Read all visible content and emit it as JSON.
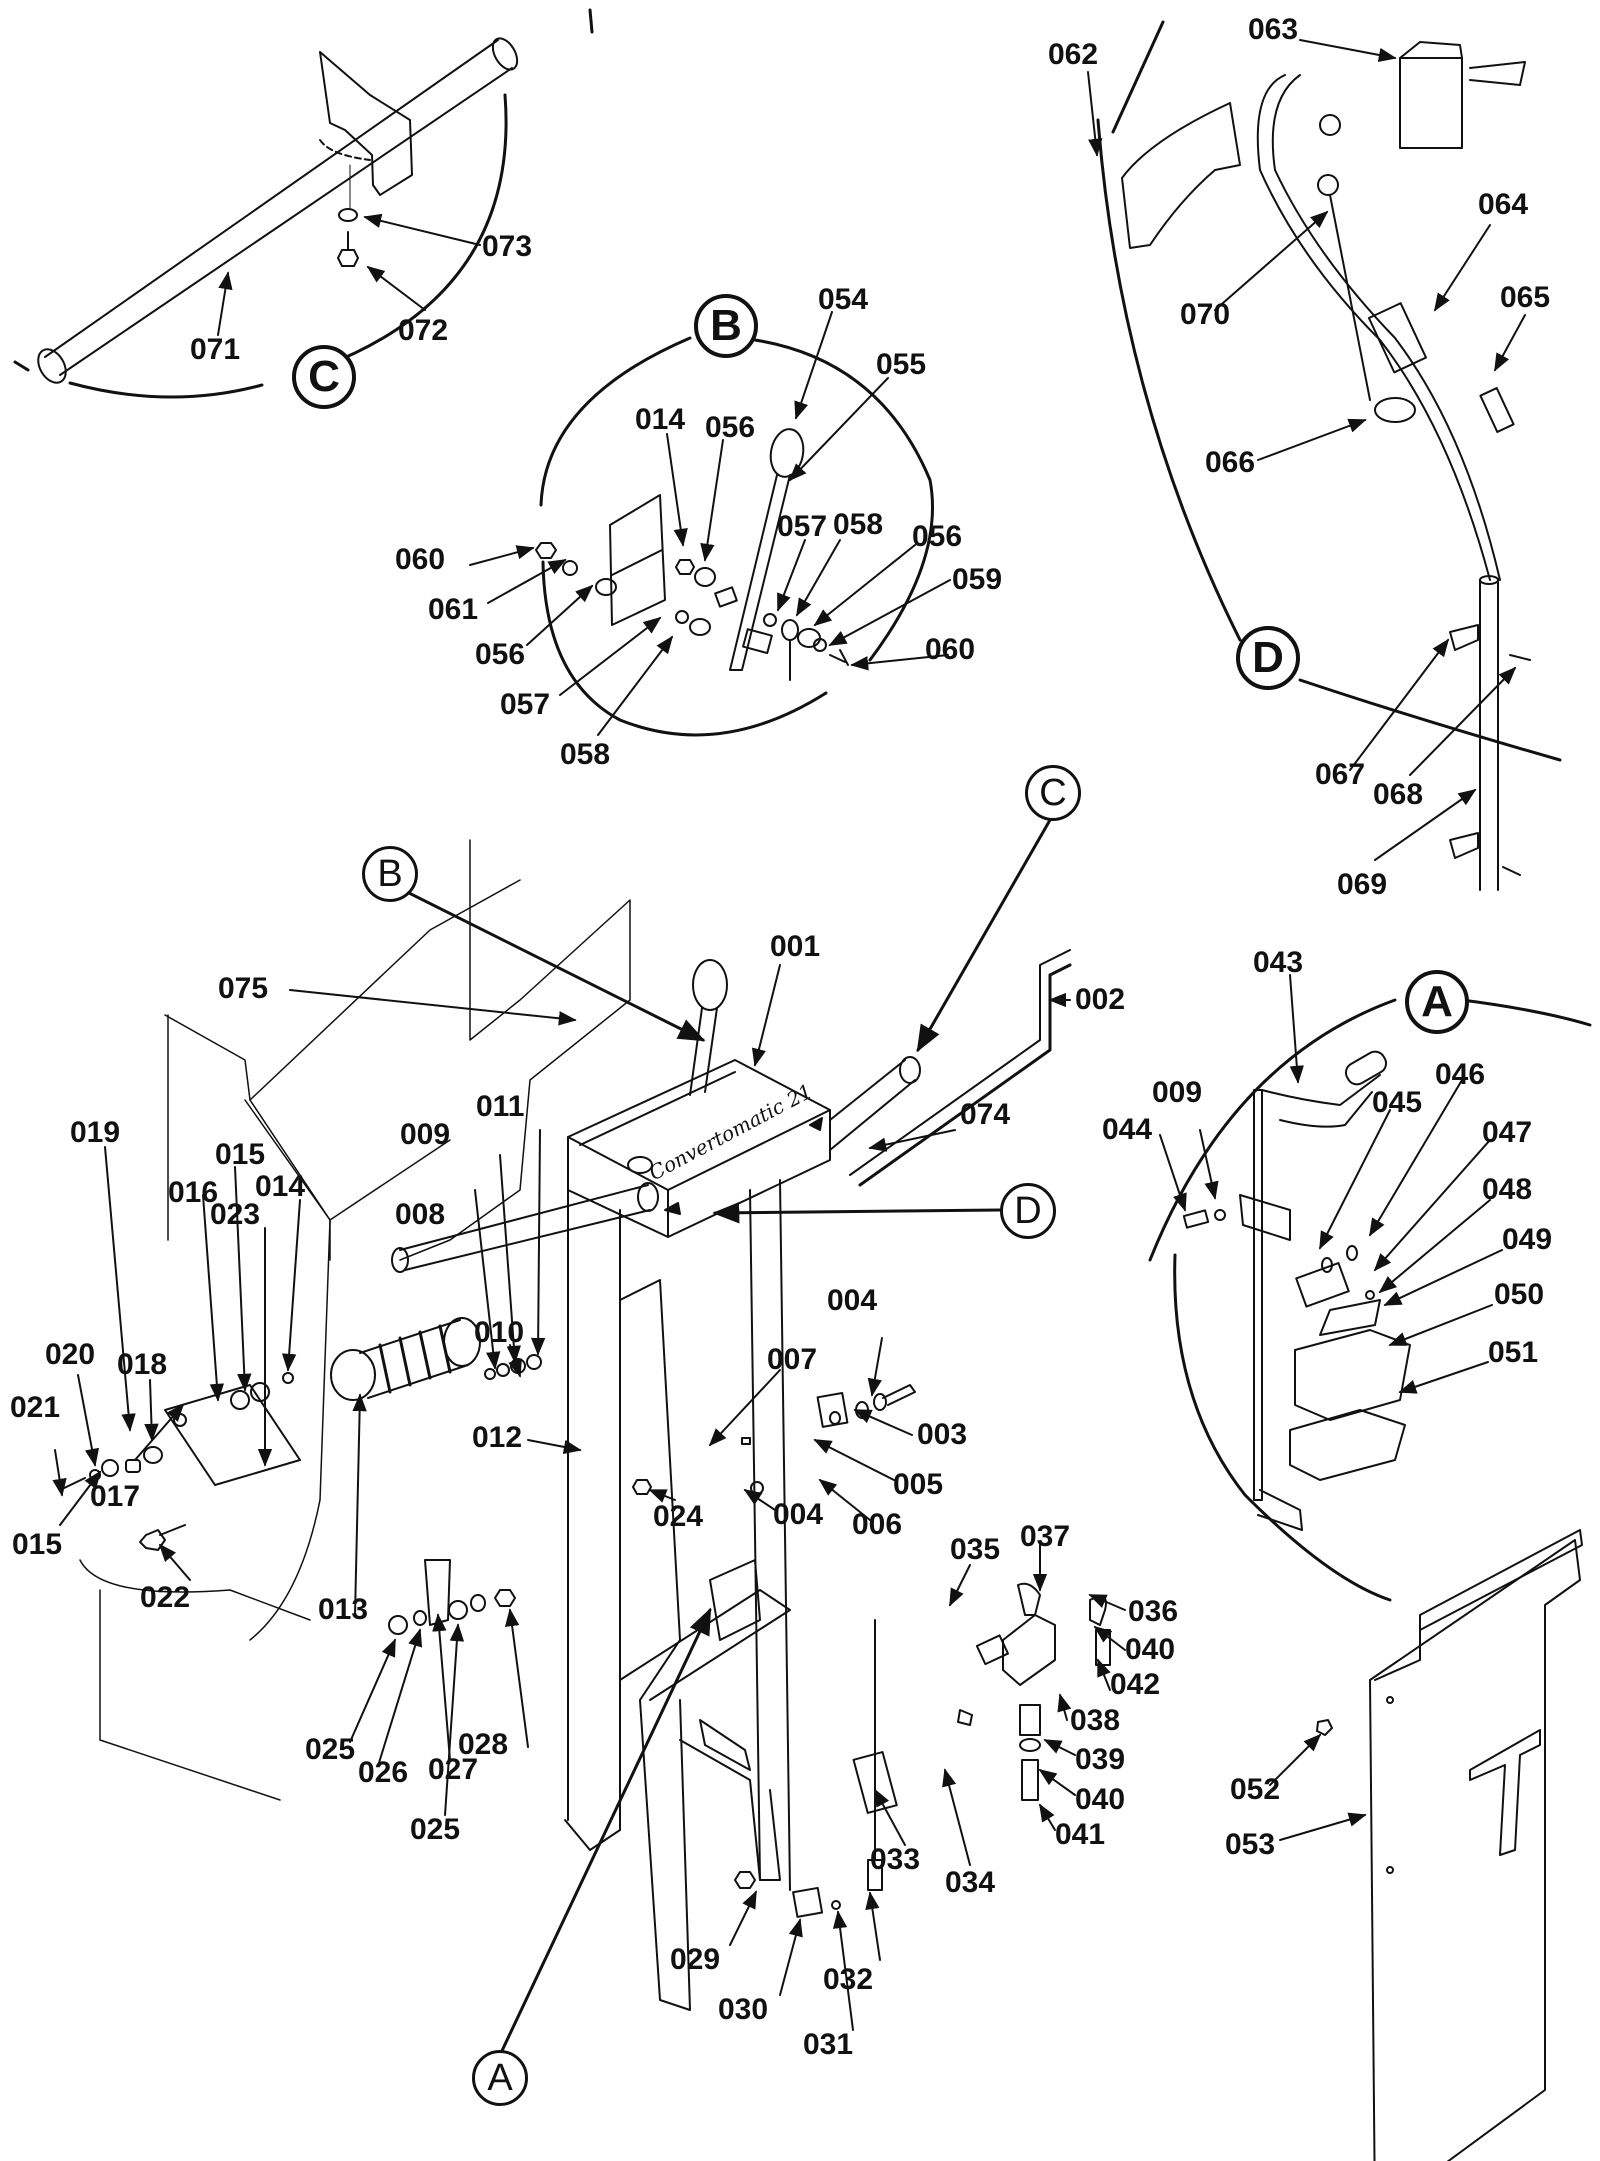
{
  "diagram": {
    "type": "exploded-parts-diagram",
    "product_branding": "Convertomatic 21",
    "detail_callouts": [
      "A",
      "B",
      "C",
      "D"
    ],
    "detail_views": {
      "C": {
        "callout": "C",
        "parts": [
          "071",
          "072",
          "073"
        ]
      },
      "B": {
        "callout": "B",
        "parts": [
          "054",
          "055",
          "014",
          "056",
          "057",
          "058",
          "059",
          "060",
          "061"
        ]
      },
      "D": {
        "callout": "D",
        "parts": [
          "062",
          "063",
          "064",
          "065",
          "066",
          "067",
          "068",
          "069",
          "070"
        ]
      },
      "A": {
        "callout": "A",
        "parts": [
          "043",
          "044",
          "009",
          "045",
          "046",
          "047",
          "048",
          "049",
          "050",
          "051"
        ]
      }
    },
    "main_assembly_parts": [
      "001",
      "002",
      "003",
      "004",
      "005",
      "006",
      "007",
      "008",
      "009",
      "010",
      "011",
      "012",
      "013",
      "014",
      "015",
      "016",
      "017",
      "018",
      "019",
      "020",
      "021",
      "022",
      "023",
      "024",
      "025",
      "026",
      "027",
      "028",
      "029",
      "030",
      "031",
      "032",
      "033",
      "034",
      "035",
      "036",
      "037",
      "038",
      "039",
      "040",
      "041",
      "042",
      "052",
      "053",
      "074",
      "075"
    ]
  },
  "labels": {
    "c_071": "071",
    "c_072": "072",
    "c_073": "073",
    "c_callout": "C",
    "b_callout": "B",
    "b_054": "054",
    "b_055": "055",
    "b_014": "014",
    "b_056a": "056",
    "b_057a": "057",
    "b_058a": "058",
    "b_056b": "056",
    "b_059": "059",
    "b_060a": "060",
    "b_060b": "060",
    "b_061": "061",
    "b_056c": "056",
    "b_057b": "057",
    "b_058b": "058",
    "d_062": "062",
    "d_063": "063",
    "d_064": "064",
    "d_065": "065",
    "d_066": "066",
    "d_070": "070",
    "d_callout": "D",
    "d_067": "067",
    "d_068": "068",
    "d_069": "069",
    "m_callout_b": "B",
    "m_callout_c": "C",
    "m_callout_d": "D",
    "m_callout_a": "A",
    "m_001": "001",
    "m_002": "002",
    "m_075": "075",
    "m_074": "074",
    "m_009": "009",
    "m_011": "011",
    "m_008": "008",
    "m_010": "010",
    "m_019": "019",
    "m_015a": "015",
    "m_016": "016",
    "m_023": "023",
    "m_014": "014",
    "m_020": "020",
    "m_018": "018",
    "m_021": "021",
    "m_017": "017",
    "m_015b": "015",
    "m_022": "022",
    "m_013": "013",
    "m_012": "012",
    "m_024": "024",
    "m_004a": "004",
    "m_007": "007",
    "m_003": "003",
    "m_005": "005",
    "m_004b": "004",
    "m_006": "006",
    "m_025a": "025",
    "m_026": "026",
    "m_027": "027",
    "m_028": "028",
    "m_025b": "025",
    "m_029": "029",
    "m_030": "030",
    "m_031": "031",
    "m_032": "032",
    "m_033": "033",
    "m_034": "034",
    "m_035": "035",
    "m_037": "037",
    "m_036": "036",
    "m_040a": "040",
    "m_042": "042",
    "m_038": "038",
    "m_039": "039",
    "m_040b": "040",
    "m_041": "041",
    "m_052": "052",
    "m_053": "053",
    "a_callout": "A",
    "a_043": "043",
    "a_009": "009",
    "a_044": "044",
    "a_045": "045",
    "a_046": "046",
    "a_047": "047",
    "a_048": "048",
    "a_049": "049",
    "a_050": "050",
    "a_051": "051"
  }
}
